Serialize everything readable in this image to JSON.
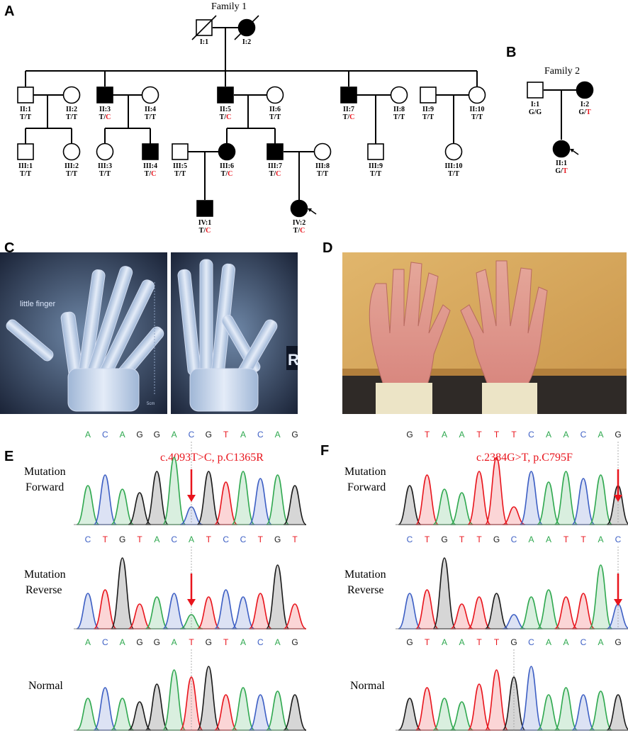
{
  "colors": {
    "mutant": "#e8141c",
    "A": "#2fa84f",
    "C": "#3d5fc4",
    "G": "#1a1a1a",
    "T": "#e8141c"
  },
  "panels": {
    "A": "A",
    "B": "B",
    "C": "C",
    "D": "D",
    "E": "E",
    "F": "F"
  },
  "family1": {
    "title": "Family 1",
    "members": [
      {
        "id": "I:1",
        "sex": "male",
        "affected": false,
        "deceased": true,
        "g1": "",
        "g2": ""
      },
      {
        "id": "I:2",
        "sex": "female",
        "affected": true,
        "deceased": true,
        "g1": "",
        "g2": ""
      },
      {
        "id": "II:1",
        "sex": "male",
        "affected": false,
        "deceased": false,
        "g1": "T/",
        "g2": "T"
      },
      {
        "id": "II:2",
        "sex": "female",
        "affected": false,
        "deceased": false,
        "g1": "T/",
        "g2": "T"
      },
      {
        "id": "II:3",
        "sex": "male",
        "affected": true,
        "deceased": false,
        "g1": "T/",
        "g2": "C"
      },
      {
        "id": "II:4",
        "sex": "female",
        "affected": false,
        "deceased": false,
        "g1": "T/",
        "g2": "T"
      },
      {
        "id": "II:5",
        "sex": "male",
        "affected": true,
        "deceased": false,
        "g1": "T/",
        "g2": "C"
      },
      {
        "id": "II:6",
        "sex": "female",
        "affected": false,
        "deceased": false,
        "g1": "T/",
        "g2": "T"
      },
      {
        "id": "II:7",
        "sex": "male",
        "affected": true,
        "deceased": false,
        "g1": "T/",
        "g2": "C"
      },
      {
        "id": "II:8",
        "sex": "female",
        "affected": false,
        "deceased": false,
        "g1": "T/",
        "g2": "T"
      },
      {
        "id": "II:9",
        "sex": "male",
        "affected": false,
        "deceased": false,
        "g1": "T/",
        "g2": "T"
      },
      {
        "id": "II:10",
        "sex": "female",
        "affected": false,
        "deceased": false,
        "g1": "T/",
        "g2": "T"
      },
      {
        "id": "III:1",
        "sex": "male",
        "affected": false,
        "deceased": false,
        "g1": "T/",
        "g2": "T"
      },
      {
        "id": "III:2",
        "sex": "female",
        "affected": false,
        "deceased": false,
        "g1": "T/",
        "g2": "T"
      },
      {
        "id": "III:3",
        "sex": "female",
        "affected": false,
        "deceased": false,
        "g1": "T/",
        "g2": "T"
      },
      {
        "id": "III:4",
        "sex": "male",
        "affected": true,
        "deceased": false,
        "g1": "T/",
        "g2": "C"
      },
      {
        "id": "III:5",
        "sex": "male",
        "affected": false,
        "deceased": false,
        "g1": "T/",
        "g2": "T"
      },
      {
        "id": "III:6",
        "sex": "female",
        "affected": true,
        "deceased": false,
        "g1": "T/",
        "g2": "C"
      },
      {
        "id": "III:7",
        "sex": "male",
        "affected": true,
        "deceased": false,
        "g1": "T/",
        "g2": "C"
      },
      {
        "id": "III:8",
        "sex": "female",
        "affected": false,
        "deceased": false,
        "g1": "T/",
        "g2": "T"
      },
      {
        "id": "III:9",
        "sex": "male",
        "affected": false,
        "deceased": false,
        "g1": "T/",
        "g2": "T"
      },
      {
        "id": "III:10",
        "sex": "female",
        "affected": false,
        "deceased": false,
        "g1": "T/",
        "g2": "T"
      },
      {
        "id": "IV:1",
        "sex": "male",
        "affected": true,
        "deceased": false,
        "g1": "T/",
        "g2": "C"
      },
      {
        "id": "IV:2",
        "sex": "female",
        "affected": true,
        "deceased": false,
        "proband": true,
        "g1": "T/",
        "g2": "C"
      }
    ]
  },
  "family2": {
    "title": "Family 2",
    "members": [
      {
        "id": "I:1",
        "sex": "male",
        "affected": false,
        "g1": "G/",
        "g2": "G"
      },
      {
        "id": "I:2",
        "sex": "female",
        "affected": true,
        "g1": "G/",
        "g2": "T"
      },
      {
        "id": "II:1",
        "sex": "female",
        "affected": true,
        "proband": true,
        "g1": "G/",
        "g2": "T"
      }
    ]
  },
  "panel_c": {
    "annotation": "little finger",
    "scale_label": "5cm",
    "marker_letter": "R"
  },
  "panel_e": {
    "mutation_label": "c.4093T>C, p.C1365R",
    "rows": [
      {
        "label_line1": "Mutation",
        "label_line2": "Forward",
        "sequence": [
          "A",
          "C",
          "A",
          "G",
          "G",
          "A",
          "C",
          "G",
          "T",
          "A",
          "C",
          "A",
          "G"
        ]
      },
      {
        "label_line1": "Mutation",
        "label_line2": "Reverse",
        "sequence": [
          "C",
          "T",
          "G",
          "T",
          "A",
          "C",
          "A",
          "T",
          "C",
          "C",
          "T",
          "G",
          "T"
        ]
      },
      {
        "label_line1": "Normal",
        "label_line2": "",
        "sequence": [
          "A",
          "C",
          "A",
          "G",
          "G",
          "A",
          "T",
          "G",
          "T",
          "A",
          "C",
          "A",
          "G"
        ]
      }
    ]
  },
  "panel_f": {
    "mutation_label": "c.2384G>T, p.C795F",
    "rows": [
      {
        "label_line1": "Mutation",
        "label_line2": "Forward",
        "sequence": [
          "G",
          "T",
          "A",
          "A",
          "T",
          "T",
          "T",
          "C",
          "A",
          "A",
          "C",
          "A",
          "G"
        ]
      },
      {
        "label_line1": "Mutation",
        "label_line2": "Reverse",
        "sequence": [
          "C",
          "T",
          "G",
          "T",
          "T",
          "G",
          "C",
          "A",
          "A",
          "T",
          "T",
          "A",
          "C"
        ]
      },
      {
        "label_line1": "Normal",
        "label_line2": "",
        "sequence": [
          "G",
          "T",
          "A",
          "A",
          "T",
          "T",
          "G",
          "C",
          "A",
          "A",
          "C",
          "A",
          "G"
        ]
      }
    ]
  }
}
